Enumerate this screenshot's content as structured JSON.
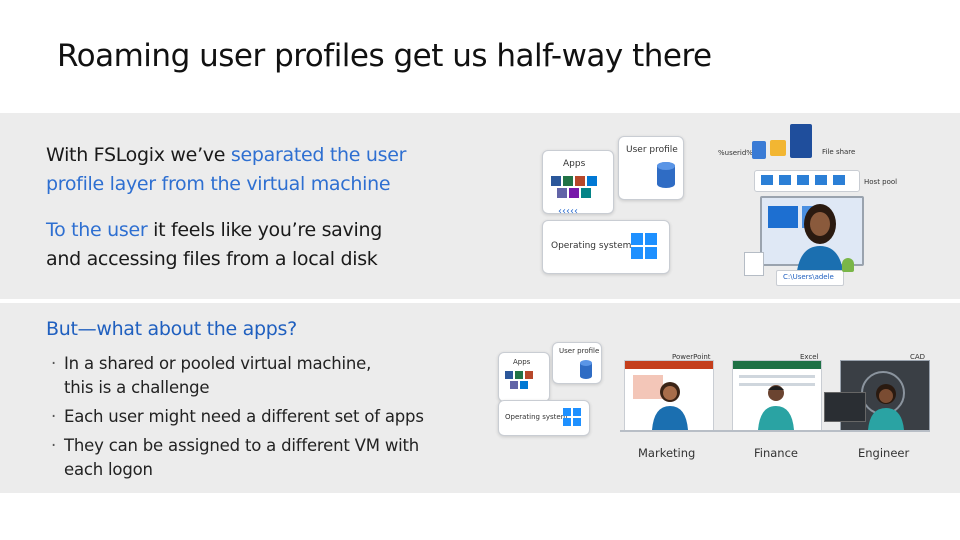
{
  "title": "Roaming user profiles get us half-way there",
  "section1": {
    "para1_plain": "With FSLogix we’ve ",
    "para1_blue_a": "separated the user",
    "para1_blue_b": "profile layer from the virtual machine",
    "para2_blue": "To the user",
    "para2_plain_a": " it feels like you’re saving",
    "para2_plain_b": "and accessing files from a local disk"
  },
  "section2": {
    "heading": "But—what about the apps?",
    "bullets": [
      {
        "line1": "In a shared or pooled virtual machine,",
        "line2": "this is a challenge"
      },
      {
        "line1": "Each user might need a different set of apps",
        "line2": ""
      },
      {
        "line1": "They can be assigned to a different VM with",
        "line2": "each logon"
      }
    ]
  },
  "diagram1": {
    "apps_label": "Apps",
    "user_profile_label": "User profile",
    "os_label": "Operating system",
    "userid_label": "%userid%",
    "file_share_label": "File share",
    "host_pool_label": "Host pool",
    "path_label": "C:\\Users\\adele"
  },
  "diagram2": {
    "apps_label": "Apps",
    "user_profile_label": "User profile",
    "os_label": "Operating system",
    "screens": [
      {
        "app": "PowerPoint",
        "role": "Marketing"
      },
      {
        "app": "Excel",
        "role": "Finance"
      },
      {
        "app": "CAD",
        "role": "Engineer"
      }
    ]
  },
  "colors": {
    "accent_blue": "#2e6fd1",
    "band_gray": "#ececec",
    "heading_blue": "#1f5fbf"
  }
}
